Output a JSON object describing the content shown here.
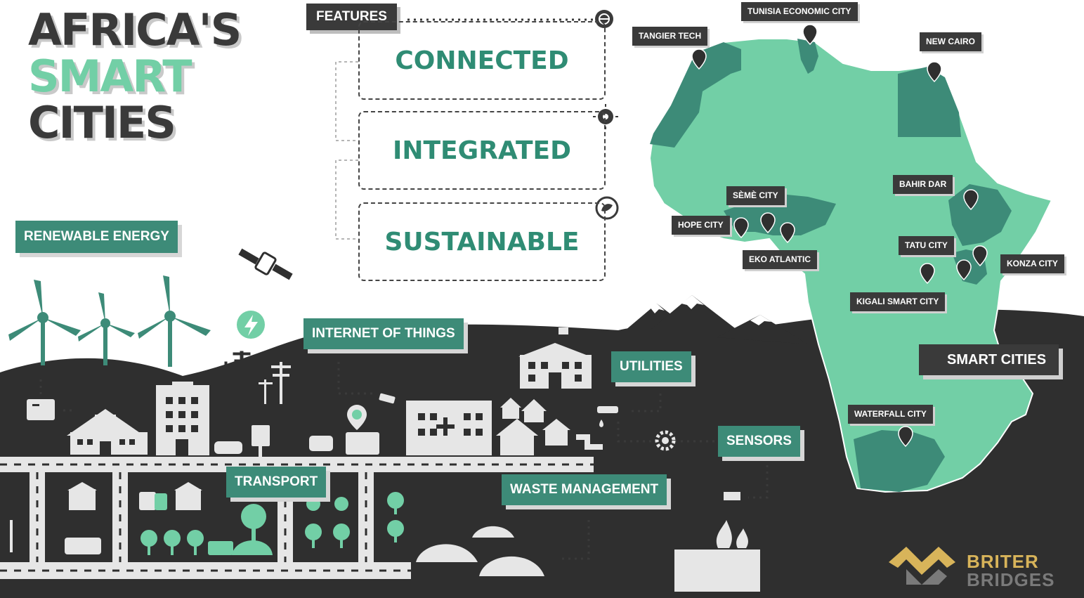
{
  "title": {
    "line1": "AFRICA'S",
    "line2": "SMART",
    "line3": "CITIES"
  },
  "features": {
    "label": "FEATURES",
    "items": [
      "CONNECTED",
      "INTEGRATED",
      "SUSTAINABLE"
    ]
  },
  "infrastructure": {
    "renewable_energy": "RENEWABLE ENERGY",
    "internet_of_things": "INTERNET OF THINGS",
    "utilities": "UTILITIES",
    "sensors": "SENSORS",
    "transport": "TRANSPORT",
    "waste_management": "WASTE MANAGEMENT"
  },
  "cities": [
    "TUNISIA ECONOMIC CITY",
    "TANGIER TECH",
    "NEW CAIRO",
    "SÈMÈ CITY",
    "BAHIR DAR",
    "HOPE CITY",
    "TATU CITY",
    "EKO ATLANTIC",
    "KONZA CITY",
    "KIGALI SMART CITY",
    "WATERFALL CITY"
  ],
  "legend": {
    "label": "SMART CITIES"
  },
  "brand": {
    "line1": "BRITER",
    "line2": "BRIDGES"
  },
  "colors": {
    "dark": "#3a3a3a",
    "green": "#72cfa6",
    "teal": "#3d8b78",
    "gold": "#d8b45a",
    "grey": "#e6e6e6"
  }
}
